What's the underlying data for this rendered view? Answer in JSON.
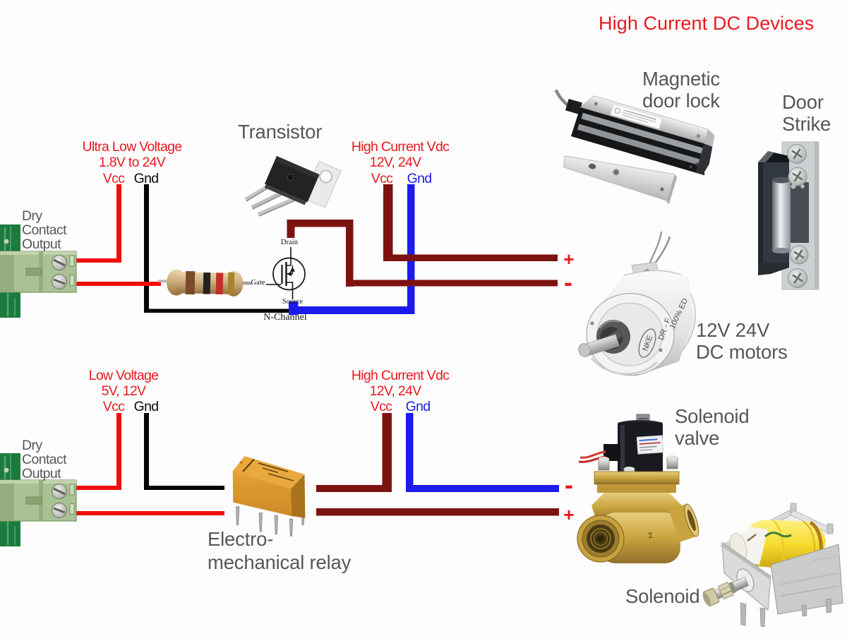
{
  "title": "High Current DC Devices",
  "top": {
    "dry_contact": [
      "Dry",
      "Contact",
      "Output"
    ],
    "low_side": {
      "l1": "Ultra Low Voltage",
      "l2": "1.8V to 24V",
      "vcc": "Vcc",
      "gnd": "Gnd"
    },
    "high_side": {
      "l1": "High Current Vdc",
      "l2": "12V, 24V",
      "vcc": "Vcc",
      "gnd": "Gnd"
    },
    "transistor_label": "Transistor",
    "mosfet": {
      "drain": "Drain",
      "gate": "Gate",
      "source": "Source",
      "channel": "N-Channel"
    },
    "plus": "+",
    "minus": "-"
  },
  "bottom": {
    "dry_contact": [
      "Dry",
      "Contact",
      "Output"
    ],
    "low_side": {
      "l1": "Low Voltage",
      "l2": "5V, 12V",
      "vcc": "Vcc",
      "gnd": "Gnd"
    },
    "high_side": {
      "l1": "High Current Vdc",
      "l2": "12V, 24V",
      "vcc": "Vcc",
      "gnd": "Gnd"
    },
    "relay": {
      "l1": "Electro-",
      "l2": "mechanical relay"
    },
    "plus": "+",
    "minus": "-"
  },
  "devices": {
    "maglock": {
      "l1": "Magnetic",
      "l2": "door lock"
    },
    "door_strike": {
      "l1": "Door",
      "l2": "Strike"
    },
    "dc_motor": {
      "l1": "12V 24V",
      "l2": "DC motors",
      "m1": "NKE",
      "m2": "DR - F",
      "m3": "100% ED"
    },
    "solenoid_valve": {
      "l1": "Solenoid",
      "l2": "valve",
      "marking": "2"
    },
    "solenoid": {
      "label": "Solenoid"
    }
  },
  "colors": {
    "label_red": "#e8191f",
    "label_gray": "#565759",
    "label_blue": "#1c1ce8",
    "wire_red": "#f20d0d",
    "wire_black": "#050505",
    "wire_maroon": "#7d1310",
    "wire_blue": "#1b1bee"
  }
}
